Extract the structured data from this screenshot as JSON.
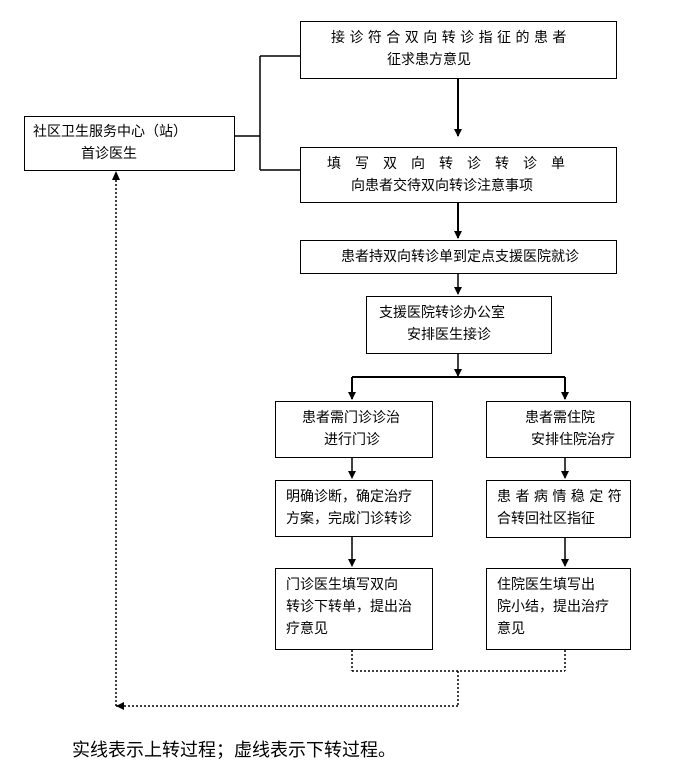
{
  "nodes": {
    "community": {
      "lines": [
        "社区卫生服务中心（站）",
        "首诊医生"
      ]
    },
    "accept": {
      "lines": [
        "接 诊 符 合 双 向 转 诊 指 征 的 患 者",
        "征求患方意见"
      ]
    },
    "fill_form": {
      "lines": [
        "填　写　双　向　转　诊　转　诊　单",
        "向患者交待双向转诊注意事项"
      ]
    },
    "patient_goes": {
      "lines": [
        "患者持双向转诊单到定点支援医院就诊"
      ]
    },
    "office": {
      "lines": [
        "支援医院转诊办公室",
        "安排医生接诊"
      ]
    },
    "outpatient": {
      "lines": [
        "患者需门诊诊治",
        "进行门诊"
      ]
    },
    "inpatient": {
      "lines": [
        "患者需住院",
        "安排住院治疗"
      ]
    },
    "diagnose": {
      "lines": [
        "明确诊断，确定治疗",
        "方案，完成门诊转诊"
      ]
    },
    "stable": {
      "lines": [
        "患 者 病 情 稳 定 符",
        "合转回社区指征"
      ]
    },
    "outpatient_doctor": {
      "lines": [
        "门诊医生填写双向",
        "转诊下转单，提出治",
        "疗意见"
      ]
    },
    "inpatient_doctor": {
      "lines": [
        "住院医生填写出",
        "院小结，提出治疗",
        "意见"
      ]
    }
  },
  "legend": "实线表示上转过程；虚线表示下转过程。"
}
